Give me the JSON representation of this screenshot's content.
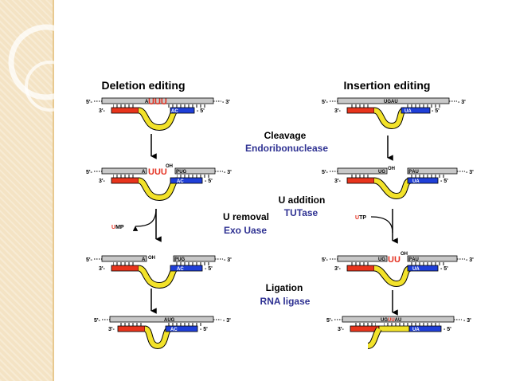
{
  "headers": {
    "deletion": "Deletion editing",
    "insertion": "Insertion editing"
  },
  "steps": {
    "cleavage": {
      "label": "Cleavage",
      "enzyme": "Endoribonuclease"
    },
    "u_addition": {
      "label": "U addition",
      "enzyme": "TUTase"
    },
    "u_removal": {
      "label": "U removal",
      "enzyme": "Exo Uase"
    },
    "ligation": {
      "label": "Ligation",
      "enzyme": "RNA ligase"
    }
  },
  "ends": {
    "five": "5'-",
    "three": "3'-",
    "three_end": "- 3'",
    "five_end": "- 5'"
  },
  "labels": {
    "deletion": {
      "s1_upper": "A",
      "s1_uuu": "UUU",
      "s1_lower": "AC",
      "s2_upper_left": "A",
      "s2_uuu": "UUU",
      "s2_oh": "OH",
      "s2_upper_right": "ℙUG",
      "s2_lower": "AC",
      "ump_u": "U",
      "ump_mp": "MP",
      "s3_upper_left": "A",
      "s3_oh": "OH",
      "s3_upper_right": "ℙUG",
      "s3_lower": "AC",
      "s4_upper": "AUG",
      "s4_lower": "AC"
    },
    "insertion": {
      "s1_upper": "UGAU",
      "s1_lower": "UA",
      "s2_upper_left": "UG",
      "s2_oh": "OH",
      "s2_upper_right": "ℙAU",
      "s2_lower": "UA",
      "utp_u": "U",
      "utp_tp": "TP",
      "s3_upper_left": "UG",
      "s3_uu": "UU",
      "s3_oh": "OH",
      "s3_upper_right": "ℙAU",
      "s3_lower": "UA",
      "s4_ug": "UG",
      "s4_uu": "UU",
      "s4_au": "AU",
      "s4_lower": "UA"
    }
  },
  "colors": {
    "red_segment": "#e8341c",
    "blue_segment": "#1f3fd8",
    "guide_yellow": "#f2e22a",
    "mrna_gray": "#c8c8c8",
    "enzyme_text": "#2e3192",
    "uridine_red": "#e53020",
    "sidebar": "#f4e3c4"
  },
  "icons": {
    "process_arrow": "down-arrow-icon",
    "release_arrow": "curved-arrow-icon"
  }
}
